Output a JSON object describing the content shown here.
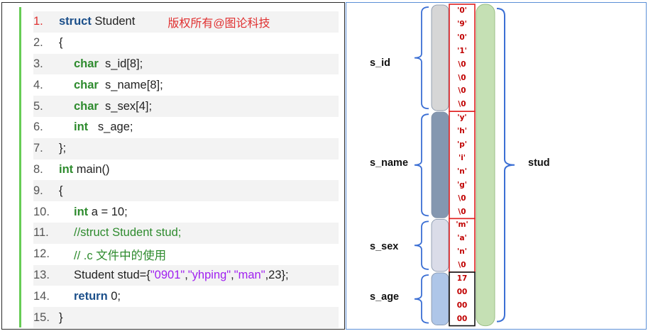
{
  "watermark": "版权所有@图论科技",
  "code": {
    "line_numbers": [
      "1.",
      "2.",
      "3.",
      "4.",
      "5.",
      "6.",
      "7.",
      "8.",
      "9.",
      "10.",
      "11.",
      "12.",
      "13.",
      "14.",
      "15."
    ],
    "l1_kw": "struct",
    "l1_name": " Student",
    "l2": "{",
    "l3_type": "char",
    "l3_rest": "  s_id[8];",
    "l4_type": "char",
    "l4_rest": "  s_name[8];",
    "l5_type": "char",
    "l5_rest": "  s_sex[4];",
    "l6_type": "int",
    "l6_rest": "   s_age;",
    "l7": "};",
    "l8_type": "int",
    "l8_rest": " main()",
    "l9": "{",
    "l10_type": "int",
    "l10_rest": " a = 10;",
    "l11": "//struct Student stud;",
    "l12": "// .c 文件中的使用",
    "l13_a": "Student stud={",
    "l13_s1": "\"0901\"",
    "l13_c1": ",",
    "l13_s2": "\"yhping\"",
    "l13_c2": ",",
    "l13_s3": "\"man\"",
    "l13_b": ",23};",
    "l14_kw": "return",
    "l14_rest": " 0;",
    "l15": "}"
  },
  "memory": {
    "s_id": [
      "'0'",
      "'9'",
      "'0'",
      "'1'",
      "\\0",
      "\\0",
      "\\0",
      "\\0"
    ],
    "s_name": [
      "'y'",
      "'h'",
      "'p'",
      "'i'",
      "'n'",
      "'g'",
      "\\0",
      "\\0"
    ],
    "s_sex": [
      "'m'",
      "'a'",
      "'n'",
      "\\0"
    ],
    "s_age": [
      "17",
      "00",
      "00",
      "00"
    ]
  },
  "labels": {
    "s_id": "s_id",
    "s_name": "s_name",
    "s_sex": "s_sex",
    "s_age": "s_age",
    "stud": "stud"
  },
  "colors": {
    "s_id_block": "#d6d6d6",
    "s_name_block": "#8497b0",
    "s_sex_block": "#dadce8",
    "s_age_block": "#aec6e8",
    "stud_block": "#c5e0b4",
    "brace": "#3b6fd4",
    "field_border": "#e02020",
    "age_border": "#111111"
  }
}
